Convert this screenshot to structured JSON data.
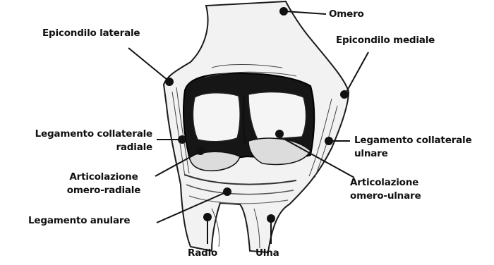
{
  "labels": {
    "omero": "Omero",
    "epicondilo_laterale": "Epicondilo laterale",
    "epicondilo_mediale": "Epicondilo mediale",
    "lig_coll_radiale_1": "Legamento collaterale",
    "lig_coll_radiale_2": "radiale",
    "lig_coll_ulnare_1": "Legamento collaterale",
    "lig_coll_ulnare_2": "ulnare",
    "art_omero_radiale_1": "Articolazione",
    "art_omero_radiale_2": "omero-radiale",
    "art_omero_ulnare_1": "Articolazione",
    "art_omero_ulnare_2": "omero-ulnare",
    "lig_anulare": "Legamento anulare",
    "radio": "Radio",
    "ulna": "Ulna"
  }
}
